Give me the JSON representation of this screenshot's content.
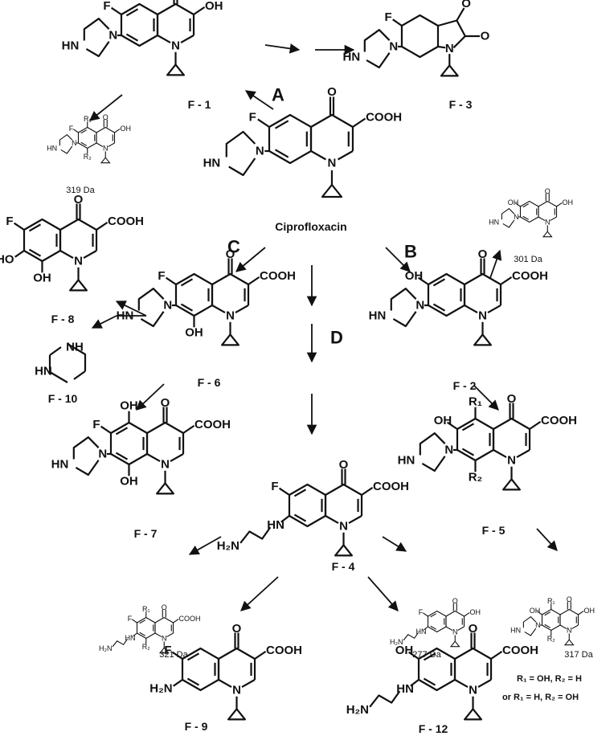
{
  "parent": {
    "name": "Ciprofloxacin"
  },
  "pathways": [
    "A",
    "B",
    "C",
    "D"
  ],
  "products": [
    {
      "id": "F - 1"
    },
    {
      "id": "F - 2"
    },
    {
      "id": "F - 3"
    },
    {
      "id": "F - 4"
    },
    {
      "id": "F - 5"
    },
    {
      "id": "F - 6"
    },
    {
      "id": "F - 7"
    },
    {
      "id": "F - 8"
    },
    {
      "id": "F - 9"
    },
    {
      "id": "F - 10"
    },
    {
      "id": "F - 12"
    }
  ],
  "minor_products": [
    {
      "mass": "319 Da"
    },
    {
      "mass": "301 Da"
    },
    {
      "mass": "321 Da"
    },
    {
      "mass": "277 Da"
    },
    {
      "mass": "317 Da"
    }
  ],
  "legend": {
    "line1": "R₁ = OH,  R₂ = H",
    "line2": "or  R₁ = H,    R₂ = OH"
  },
  "atoms": {
    "F": "F",
    "O": "O",
    "N": "N",
    "HN": "HN",
    "NH": "NH",
    "OH": "OH",
    "HO": "HO",
    "COOH": "COOH",
    "H2N": "H₂N",
    "R1": "R₁",
    "R2": "R₂"
  }
}
